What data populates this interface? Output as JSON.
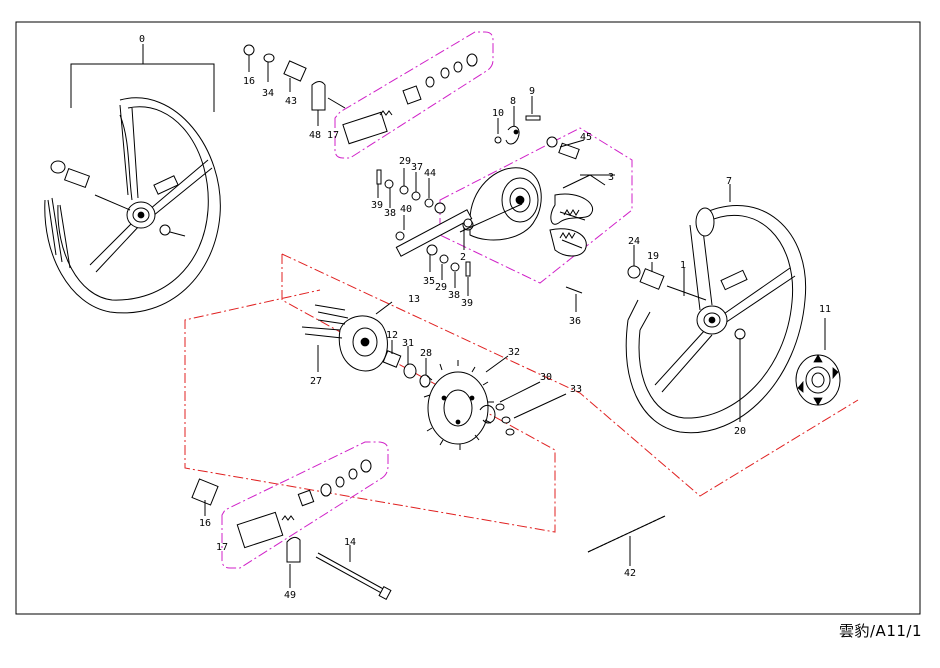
{
  "footer": {
    "ref": "雲豹/A11/1"
  },
  "colors": {
    "group_outline": "#d020c8",
    "chain_outline": "#e02020",
    "line": "#000000",
    "frame": "#000000"
  },
  "labels": {
    "p0": "0",
    "p1": "1",
    "p2": "2",
    "p3": "3",
    "p7": "7",
    "p8": "8",
    "p9": "9",
    "p10": "10",
    "p11": "11",
    "p12": "12",
    "p13": "13",
    "p14": "14",
    "p16a": "16",
    "p16b": "16",
    "p17a": "17",
    "p17b": "17",
    "p19": "19",
    "p20": "20",
    "p24": "24",
    "p27": "27",
    "p28": "28",
    "p29a": "29",
    "p29b": "29",
    "p30": "30",
    "p31": "31",
    "p32": "32",
    "p33": "33",
    "p34": "34",
    "p35": "35",
    "p36": "36",
    "p37": "37",
    "p38a": "38",
    "p38b": "38",
    "p39a": "39",
    "p39b": "39",
    "p40": "40",
    "p42": "42",
    "p43": "43",
    "p44": "44",
    "p45": "45",
    "p48": "48",
    "p49": "49"
  }
}
